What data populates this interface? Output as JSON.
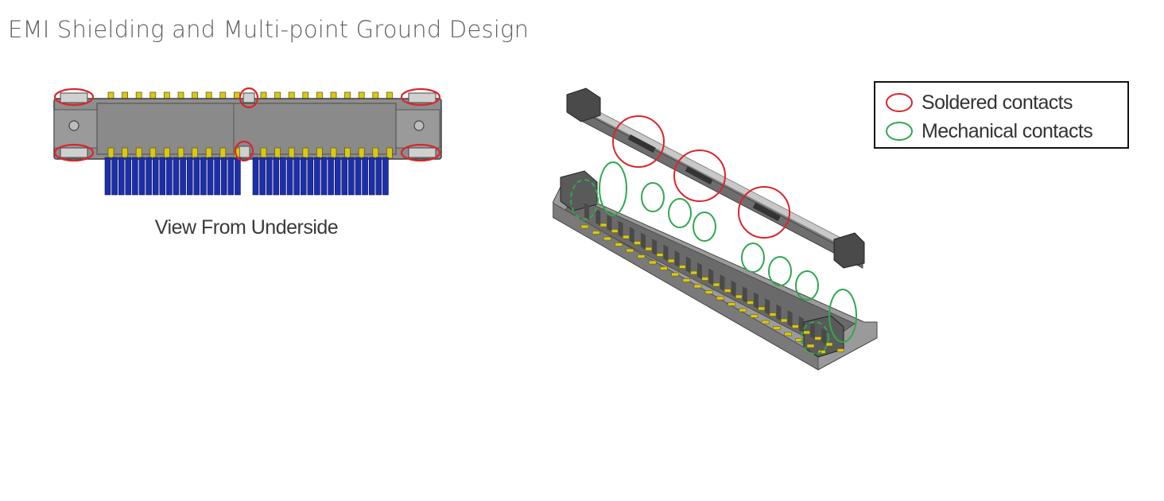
{
  "title": "EMI Shielding and Multi-point Ground Design",
  "underside_caption": "View From Underside",
  "legend": {
    "items": [
      {
        "label": "Soldered contacts",
        "color": "#d9262c"
      },
      {
        "label": "Mechanical contacts",
        "color": "#2fa84f"
      }
    ]
  },
  "colors": {
    "housing": "#8a8a8a",
    "housing_dark": "#5a5a5a",
    "pin_yellow": "#d8c81a",
    "pin_blue": "#1d2fa8"
  }
}
